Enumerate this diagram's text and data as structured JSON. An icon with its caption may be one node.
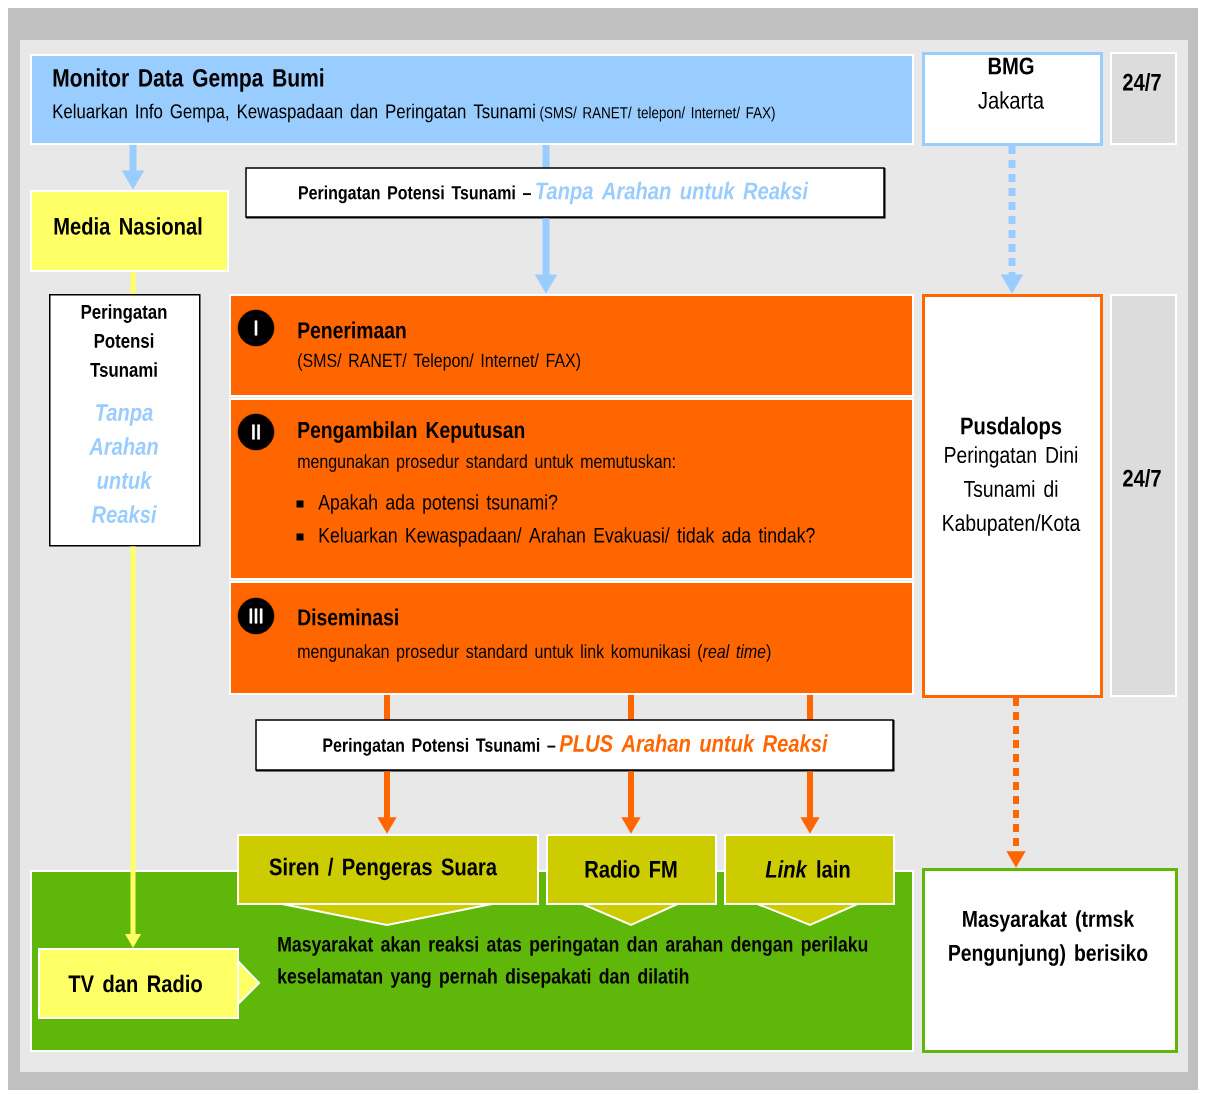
{
  "diagram": {
    "nodes": [
      {
        "text": [
          "Monitor Data Gempa Bumi",
          "Keluarkan Info Gempa, Kewaspadaan dan Peringatan Tsunami",
          "(SMS/ RANET/ telepon/ Internet/ FAX)"
        ]
      },
      {
        "text": [
          "BMG",
          "Jakarta"
        ]
      },
      {
        "text": [
          "24/7"
        ]
      },
      {
        "text": [
          "Media Nasional"
        ]
      },
      {
        "text": [
          "Peringatan Potensi Tsunami –",
          "Tanpa Arahan untuk Reaksi"
        ]
      },
      {
        "text": [
          "Peringatan Potensi Tsunami",
          "Tanpa Arahan untuk Reaksi"
        ]
      },
      {
        "text": [
          "Penerimaan",
          "(SMS/ RANET/ Telepon/ Internet/ FAX)"
        ]
      },
      {
        "text": [
          "I"
        ],
        "in": 6
      },
      {
        "text": [
          "Pengambilan Keputusan",
          "mengunakan prosedur standard untuk memutuskan:",
          "Apakah ada potensi tsunami?",
          "Keluarkan Kewaspadaan/ Arahan Evakuasi/ tidak ada tindak?"
        ]
      },
      {
        "text": [
          "II"
        ],
        "in": 8
      },
      {
        "text": [
          "Diseminasi",
          "mengunakan prosedur standard untuk link komunikasi (*real time*)"
        ]
      },
      {
        "text": [
          "III"
        ],
        "in": 10
      },
      {
        "text": [
          "Pusdalops",
          "Peringatan Dini Tsunami di Kabupaten/Kota"
        ]
      },
      {
        "text": [
          "24/7"
        ]
      },
      {
        "text": [
          "Peringatan Potensi Tsunami –",
          "PLUS Arahan untuk Reaksi"
        ]
      },
      {
        "text": [
          "Masyarakat akan reaksi atas peringatan dan arahan dengan perilaku keselamatan yang pernah disepakati dan dilatih"
        ]
      },
      {
        "text": [
          "Siren / Pengeras Suara"
        ]
      },
      {
        "text": [
          "Radio FM"
        ]
      },
      {
        "text": [
          "*Link* lain"
        ]
      },
      {
        "text": [
          "TV dan Radio"
        ],
        "in": 15
      },
      {
        "text": [
          "Masyarakat (trmsk Pengunjung) berisiko"
        ]
      }
    ],
    "edges": [
      {
        "from": 0,
        "to": 3,
        "arrow": "to",
        "color": "#99ccff"
      },
      {
        "from": 0,
        "to": 4,
        "arrow": "none",
        "color": "#99ccff"
      },
      {
        "from": 4,
        "to": 6,
        "arrow": "to",
        "color": "#99ccff"
      },
      {
        "from": 1,
        "to": 12,
        "arrow": "to",
        "style": "dashed",
        "color": "#99ccff"
      },
      {
        "from": 3,
        "to": 5,
        "arrow": "none",
        "color": "#ffff66"
      },
      {
        "from": 5,
        "to": 19,
        "arrow": "to",
        "color": "#ffff66"
      },
      {
        "from": 10,
        "to": 14,
        "arrow": "none"
      },
      {
        "from": 10,
        "to": 14,
        "arrow": "none"
      },
      {
        "from": 10,
        "to": 14,
        "arrow": "none"
      },
      {
        "from": 14,
        "to": 16,
        "arrow": "to"
      },
      {
        "from": 14,
        "to": 17,
        "arrow": "to"
      },
      {
        "from": 14,
        "to": 18,
        "arrow": "to"
      },
      {
        "from": 12,
        "to": 20,
        "arrow": "to",
        "style": "dashed"
      }
    ]
  }
}
